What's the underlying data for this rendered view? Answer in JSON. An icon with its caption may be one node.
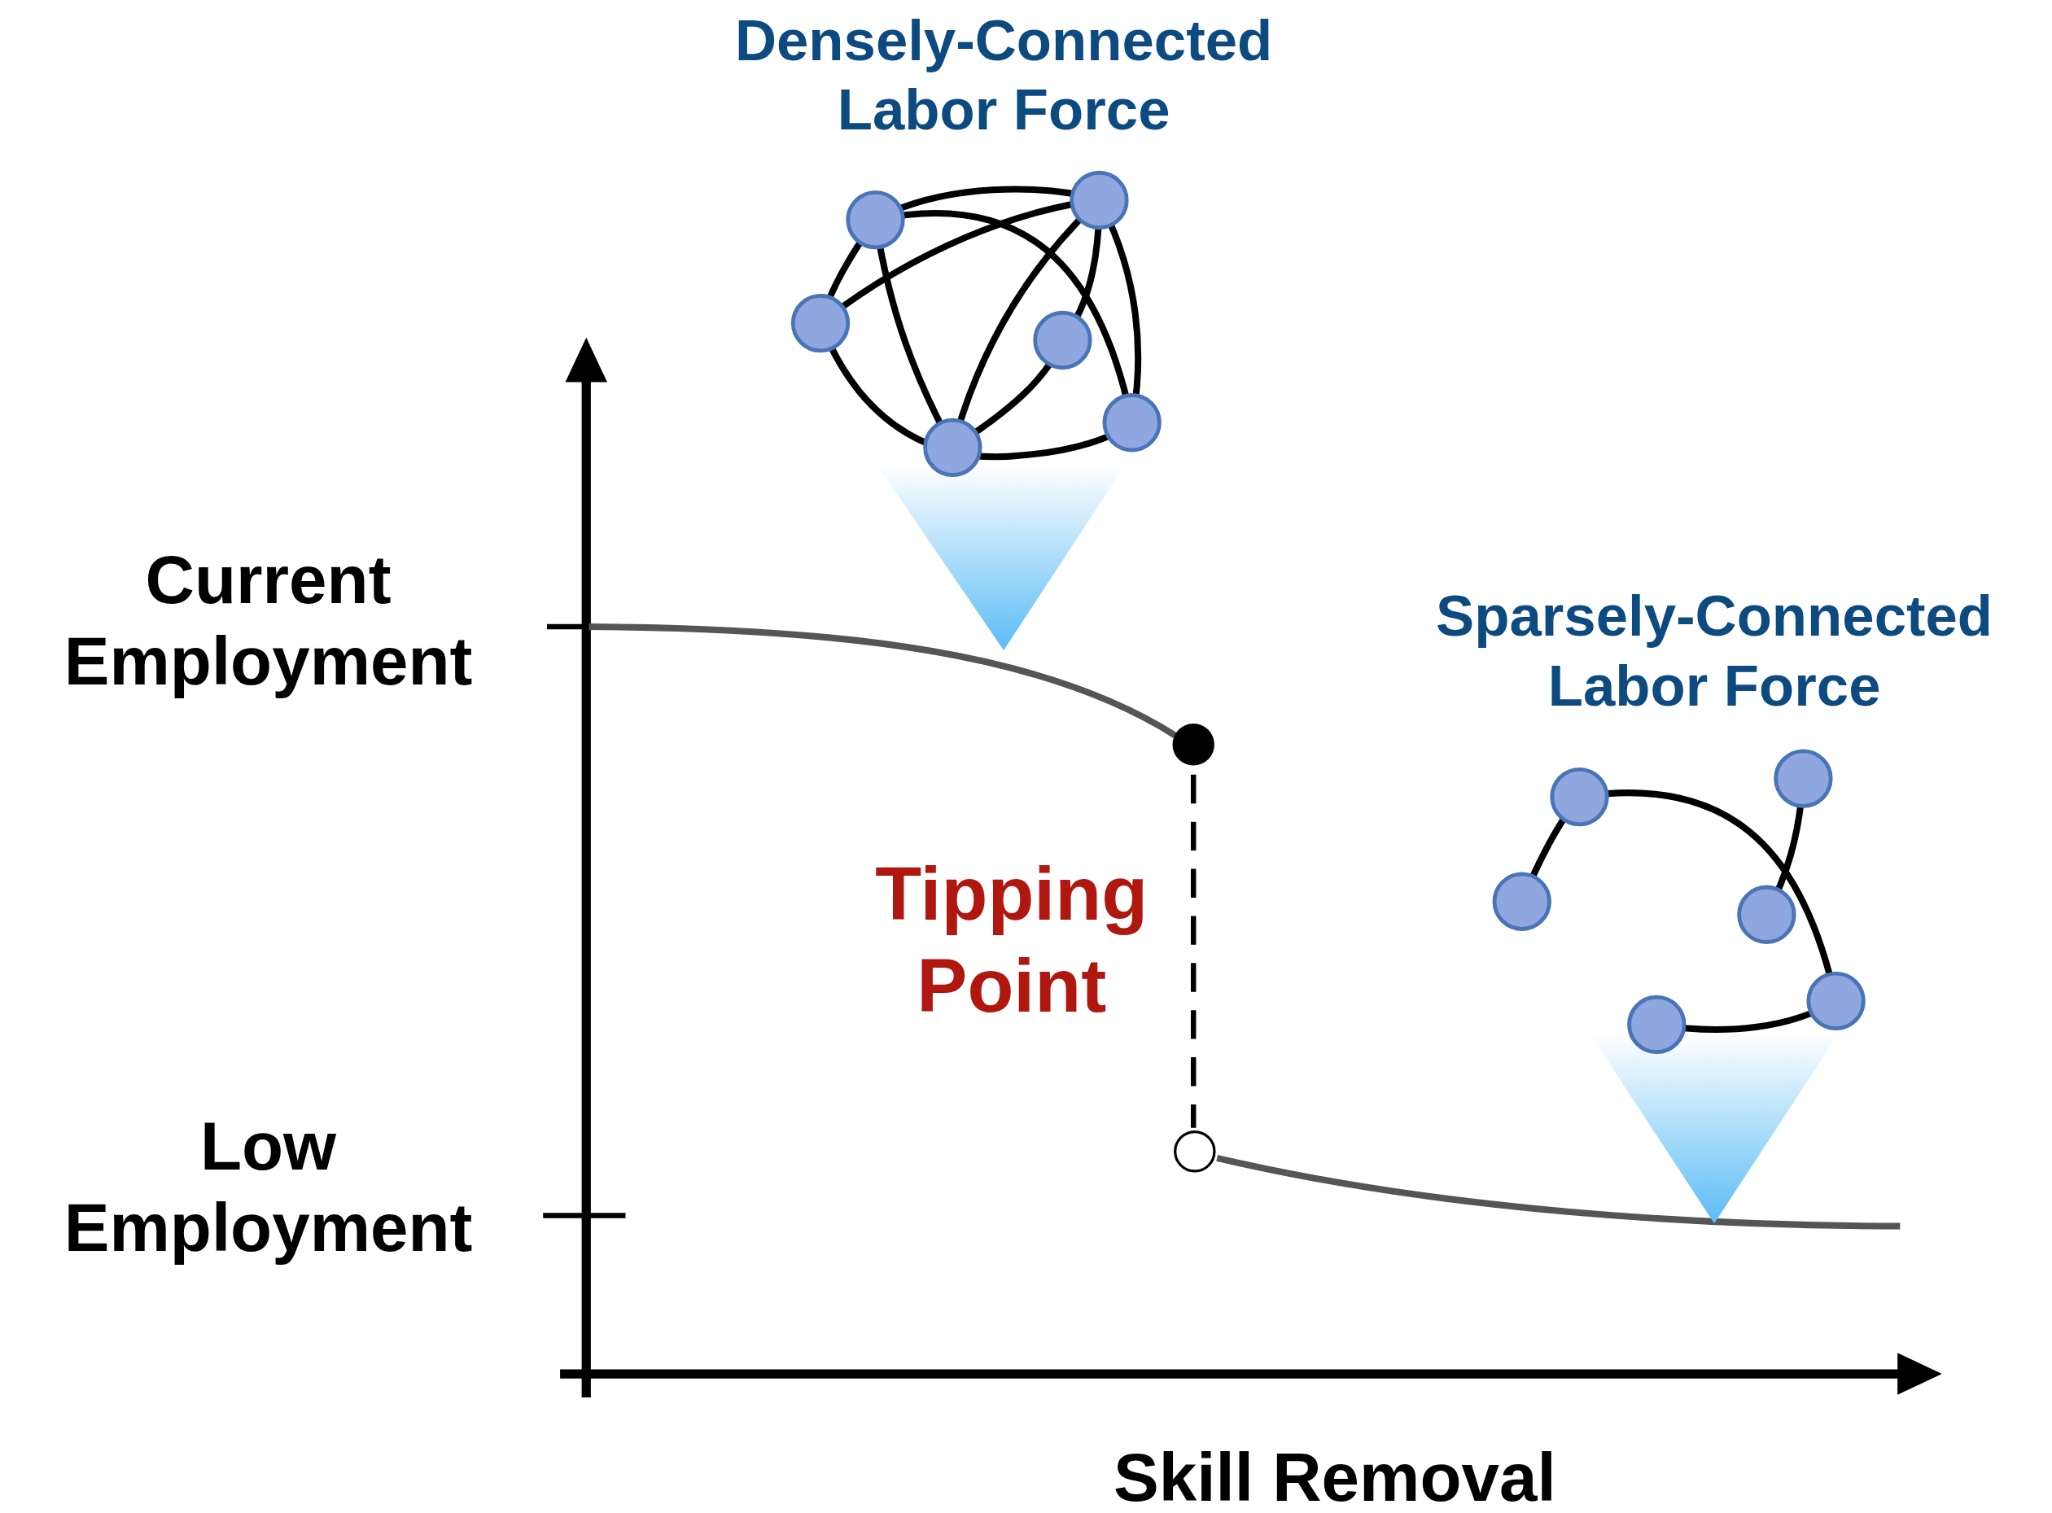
{
  "diagram": {
    "labels": [
      "Densely-Connected Labor Force",
      "Current Employment",
      "Sparsely-Connected Labor Force",
      "Tipping Point",
      "Low Employment",
      "Skill Removal"
    ]
  }
}
